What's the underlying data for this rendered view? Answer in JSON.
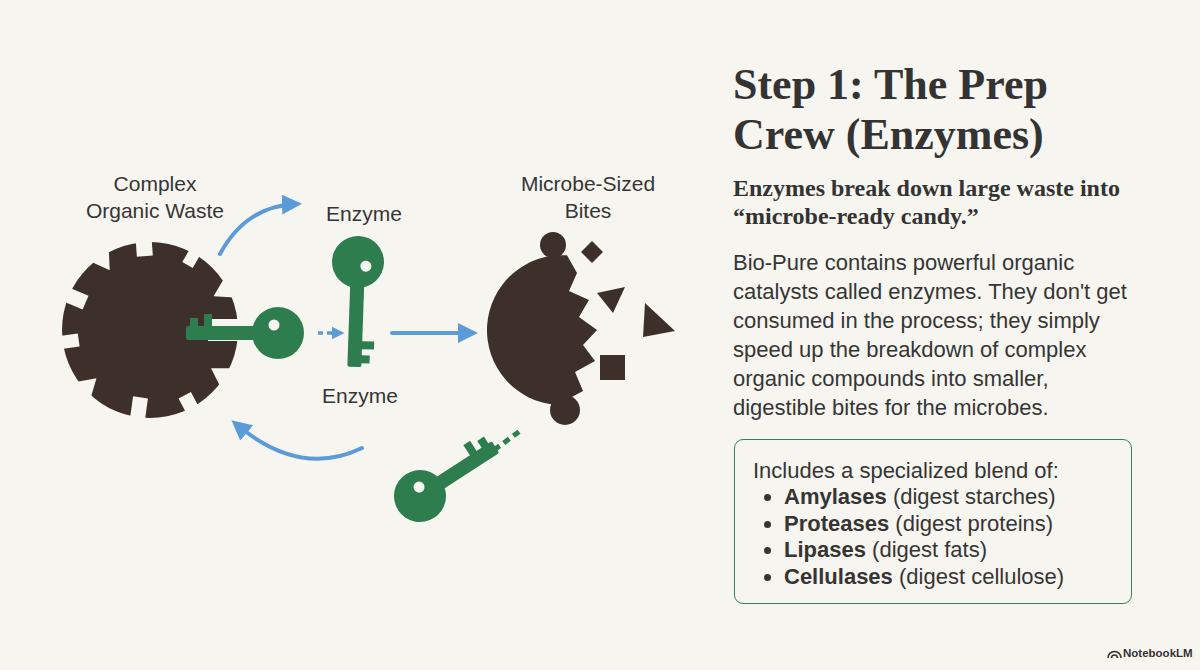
{
  "diagram": {
    "title": "Step 1: The Prep Crew (Enzymes)",
    "nodes": [
      {
        "text": [
          "Complex Organic Waste"
        ]
      },
      {
        "text": [
          "Enzyme"
        ]
      },
      {
        "text": [
          "Microbe-Sized Bites"
        ]
      },
      {
        "text": [
          "Includes a specialized blend of:",
          "Amylases",
          "(digest starches)",
          "Proteases",
          "(digest proteins)",
          "Lipases",
          "(digest fats)",
          "Cellulases",
          "(digest cellulose)"
        ]
      }
    ],
    "edges": [
      {
        "from": 1,
        "to": 2,
        "arrow": "to"
      }
    ],
    "labels": [
      "Enzyme",
      "Enzymes break down large waste into “microbe-ready candy.”",
      "Bio-Pure contains powerful organic catalysts called enzymes. They don't get consumed in the process; they simply speed up the breakdown of complex organic compounds into smaller, digestible bites for the microbes.",
      "NotebookLM"
    ]
  }
}
